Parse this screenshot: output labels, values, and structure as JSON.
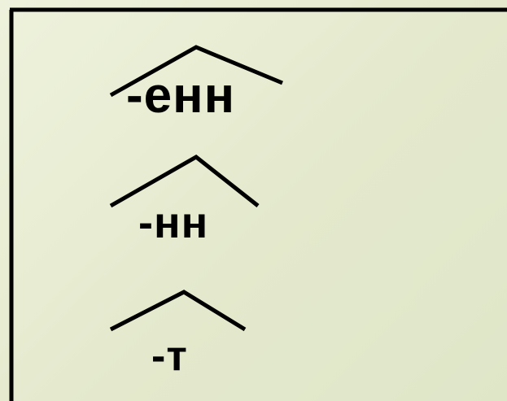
{
  "suffixes": [
    {
      "text": "-енн",
      "mark": "arc"
    },
    {
      "text": "-нн",
      "mark": "arc"
    },
    {
      "text": "-т",
      "mark": "arc"
    }
  ],
  "colors": {
    "background": "#e4e9cd",
    "ink": "#000000"
  }
}
